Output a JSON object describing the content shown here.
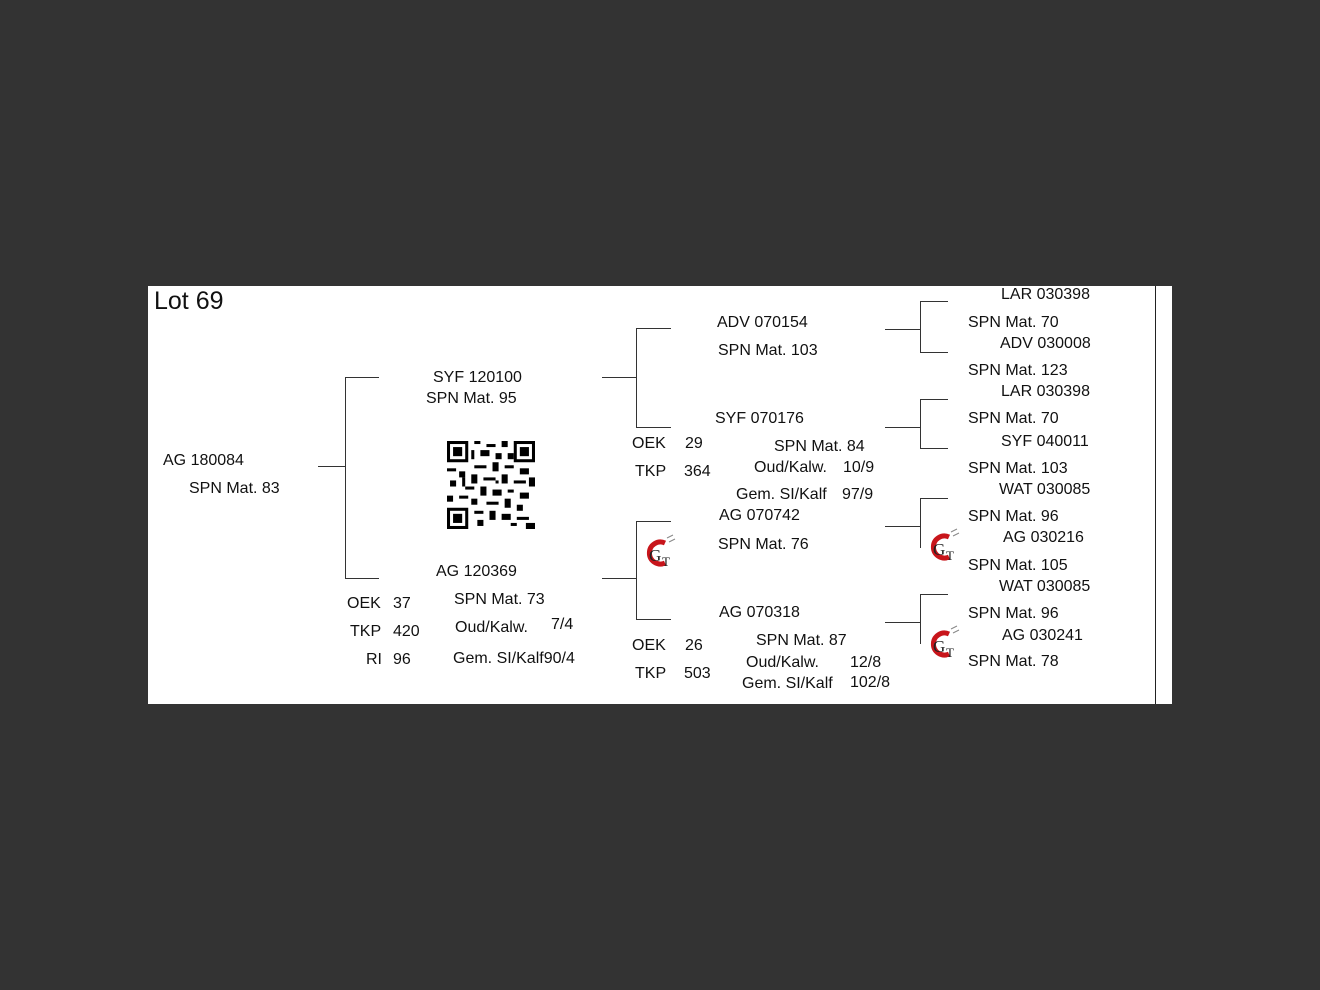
{
  "title": "Lot 69",
  "animal": {
    "id": "AG  180084",
    "mat": "SPN Mat. 83"
  },
  "sire": {
    "id": "SYF 120100",
    "mat": "SPN Mat. 95",
    "sire": {
      "id": "ADV 070154",
      "mat": "SPN Mat. 103"
    },
    "dam": {
      "id": "SYF 070176",
      "mat": "SPN Mat. 84",
      "oud_label": "Oud/Kalw.",
      "oud": "10/9",
      "gem_label": "Gem. SI/Kalf",
      "gem": "97/9"
    },
    "oek_label": "OEK",
    "oek": "29",
    "tkp_label": "TKP",
    "tkp": "364"
  },
  "dam": {
    "id": "AG  120369",
    "mat": "SPN Mat. 73",
    "oud_label": "Oud/Kalw.",
    "oud": "7/4",
    "gem": "Gem. SI/Kalf90/4",
    "oek_label": "OEK",
    "oek": "37",
    "tkp_label": "TKP",
    "tkp": "420",
    "ri_label": "RI",
    "ri": "96",
    "sire": {
      "id": "AG  070742",
      "mat": "SPN Mat. 76"
    },
    "dam": {
      "id": "AG  070318",
      "mat": "SPN Mat. 87",
      "oud_label": "Oud/Kalw.",
      "oud": "12/8",
      "gem_label": "Gem. SI/Kalf",
      "gem": "102/8"
    },
    "oek2": "26",
    "tkp2": "503"
  },
  "gen3": [
    {
      "id": "LAR 030398",
      "mat": "SPN Mat. 70"
    },
    {
      "id": "ADV 030008",
      "mat": "SPN Mat. 123"
    },
    {
      "id": "LAR 030398",
      "mat": "SPN Mat. 70"
    },
    {
      "id": "SYF 040011",
      "mat": "SPN Mat. 103"
    },
    {
      "id": "WAT 030085",
      "mat": "SPN Mat. 96"
    },
    {
      "id": "AG  030216",
      "mat": "SPN Mat. 105"
    },
    {
      "id": "WAT 030085",
      "mat": "SPN Mat. 96"
    },
    {
      "id": "AG  030241",
      "mat": "SPN Mat. 78"
    }
  ],
  "logo_text": "GT",
  "colors": {
    "background": "#333333",
    "page": "#ffffff",
    "logo_red": "#c8151b"
  }
}
